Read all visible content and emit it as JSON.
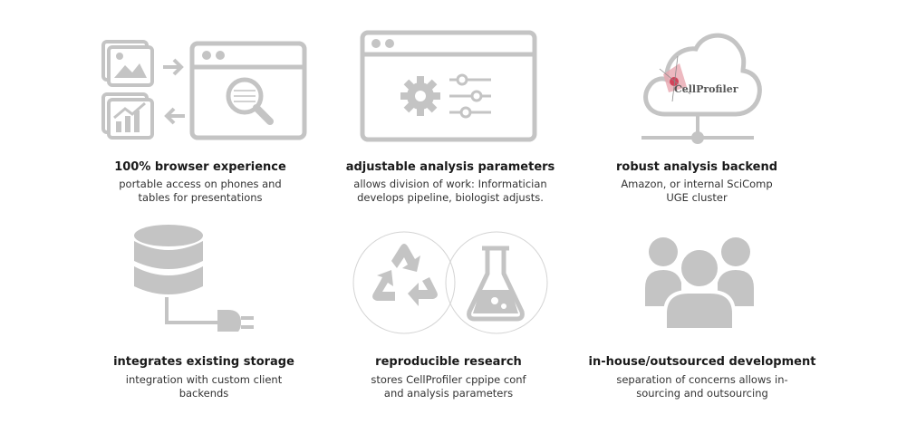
{
  "features": [
    {
      "title": "100% browser experience",
      "desc_lines": [
        "portable access on phones and",
        "tables for presentations"
      ],
      "icon": "browser-magnifier-icon"
    },
    {
      "title": "adjustable analysis parameters",
      "desc_lines": [
        "allows division of work: Informatician",
        "develops pipeline, biologist adjusts."
      ],
      "icon": "settings-window-icon"
    },
    {
      "title": "robust analysis backend",
      "desc_lines": [
        "Amazon, or internal SciComp",
        "UGE cluster"
      ],
      "icon": "cloud-server-icon",
      "logo_text": "CellProfiler"
    },
    {
      "title": "integrates existing storage",
      "desc_lines": [
        "integration with custom client",
        "backends"
      ],
      "icon": "database-plug-icon"
    },
    {
      "title": "reproducible research",
      "desc_lines": [
        "stores CellProfiler cppipe conf",
        "and analysis parameters"
      ],
      "icon": "recycle-flask-icon"
    },
    {
      "title": "in-house/outsourced  development",
      "desc_lines": [
        "separation of concerns allows in-",
        "sourcing and outsourcing"
      ],
      "icon": "people-group-icon"
    }
  ],
  "colors": {
    "icon": "#c4c4c4",
    "text": "#1a1a1a",
    "accent": "#c8102e"
  }
}
